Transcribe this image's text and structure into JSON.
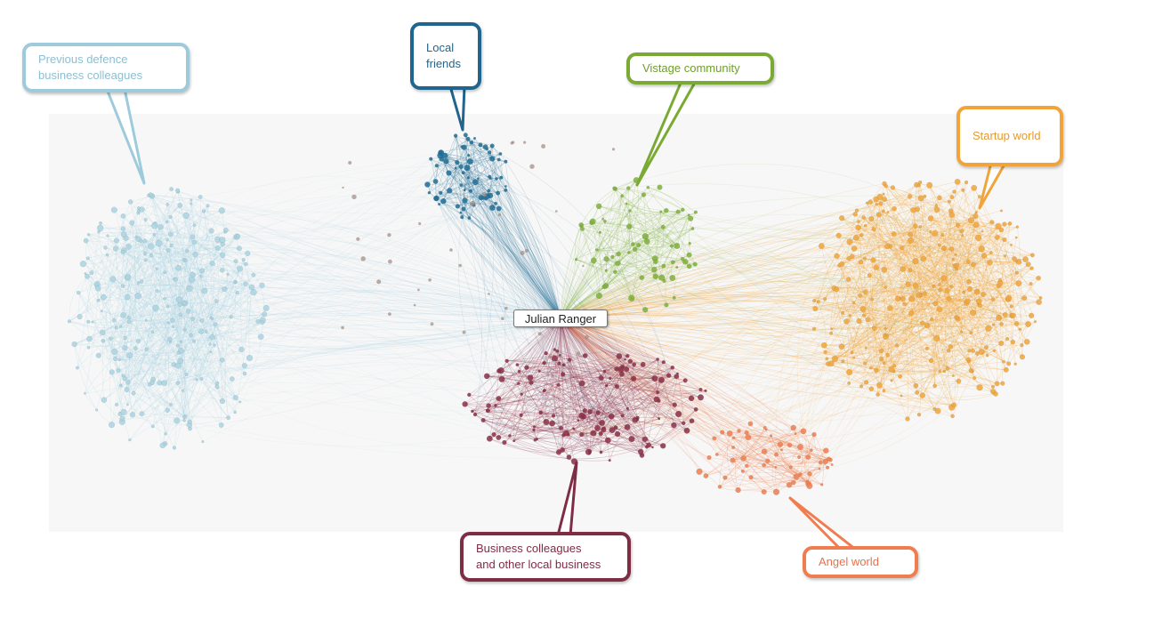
{
  "center_node": {
    "label": "Julian Ranger"
  },
  "clusters": [
    {
      "id": "previous-defence",
      "label": "Previous defence\nbusiness colleagues",
      "color": "#a9d3e2",
      "border": "#9ecbdc",
      "text": "#8cbfd3"
    },
    {
      "id": "local-friends",
      "label": "Local\nfriends",
      "color": "#1f6e97",
      "border": "#1f6590",
      "text": "#1f6590"
    },
    {
      "id": "vistage",
      "label": "Vistage community",
      "color": "#7fb03a",
      "border": "#7aa934",
      "text": "#6f9f2b"
    },
    {
      "id": "startup",
      "label": "Startup world",
      "color": "#f0a43a",
      "border": "#f0a43a",
      "text": "#e59a30"
    },
    {
      "id": "business-colleagues",
      "label": "Business colleagues\nand other local business",
      "color": "#8c2f47",
      "border": "#7e2d45",
      "text": "#7e2d45"
    },
    {
      "id": "angel",
      "label": "Angel world",
      "color": "#ee7e50",
      "border": "#ef7d4f",
      "text": "#e8714a"
    }
  ]
}
